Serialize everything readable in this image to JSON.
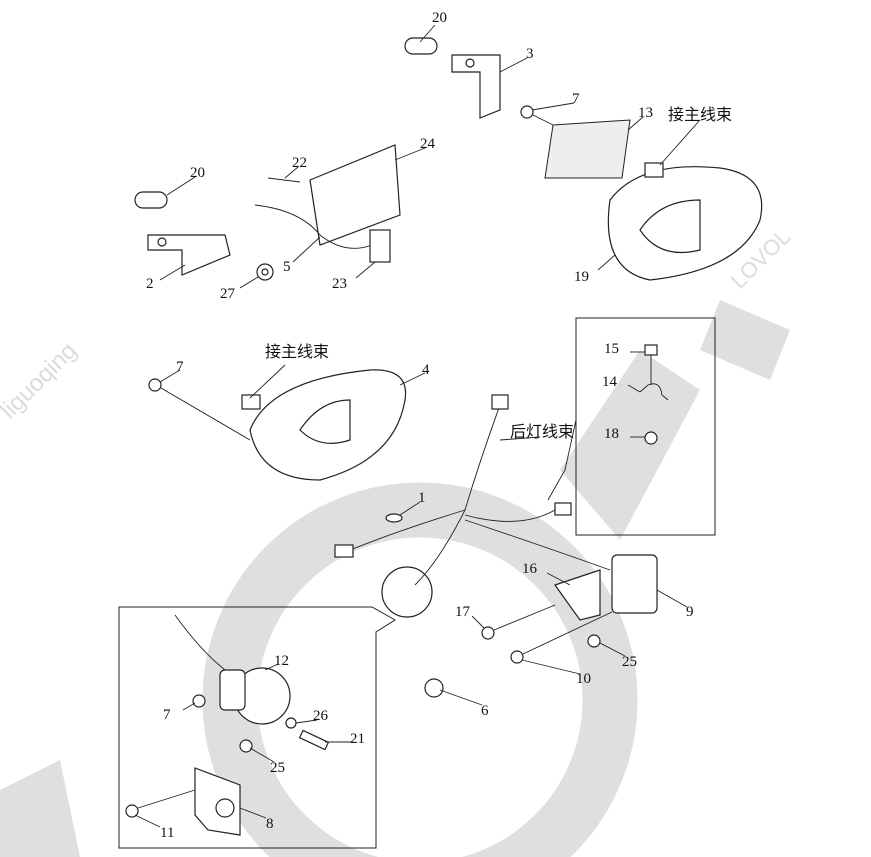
{
  "diagram": {
    "watermarks": [
      "LOVOL",
      "liguoqing",
      "LOVOL"
    ],
    "callouts": {
      "p20a": "20",
      "p3": "3",
      "p7a": "7",
      "p13": "13",
      "harness_right": "接主线束",
      "p20b": "20",
      "p22": "22",
      "p24": "24",
      "p19": "19",
      "p2": "2",
      "p27": "27",
      "p5": "5",
      "p23": "23",
      "harness_left": "接主线束",
      "p7b": "7",
      "p4": "4",
      "p15": "15",
      "p14": "14",
      "p18": "18",
      "rear_harness": "后灯线束",
      "p1": "1",
      "p16": "16",
      "p9": "9",
      "p17": "17",
      "p25a": "25",
      "p10": "10",
      "p12": "12",
      "p6": "6",
      "p7c": "7",
      "p26": "26",
      "p21": "21",
      "p25b": "25",
      "p11": "11",
      "p8": "8"
    }
  }
}
